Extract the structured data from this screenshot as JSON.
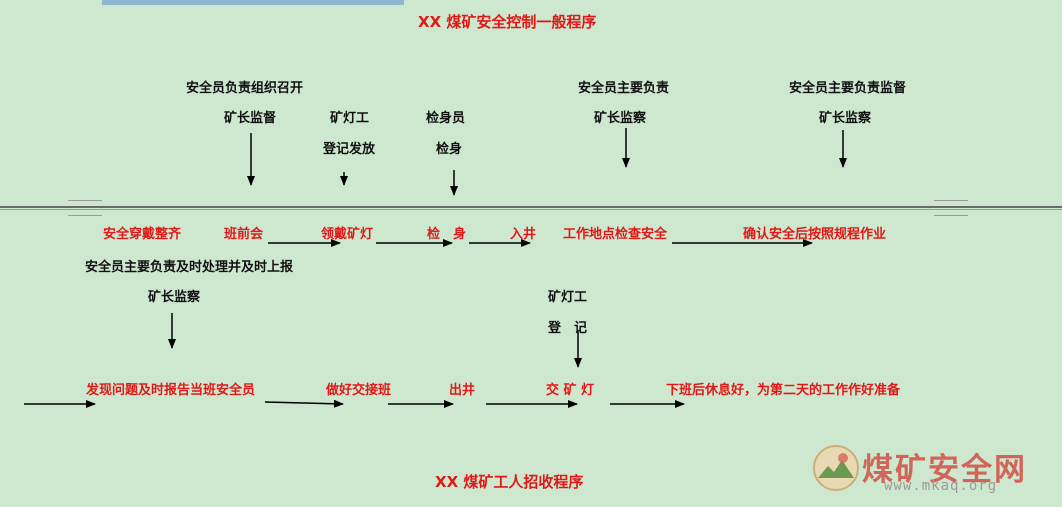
{
  "title": "XX 煤矿安全控制一般程序",
  "bottom_title": "XX 煤矿工人招收程序",
  "top_annotations": [
    {
      "line1": "安全员负责组织召开",
      "line2": "矿长监督"
    },
    {
      "line1": "矿灯工",
      "line2": "登记发放"
    },
    {
      "line1": "检身员",
      "line2": "检身"
    },
    {
      "line1": "安全员主要负责",
      "line2": "矿长监察"
    },
    {
      "line1": "安全员主要负责监督",
      "line2": "矿长监察"
    }
  ],
  "row1_steps": [
    "安全穿戴整齐",
    "班前会",
    "领戴矿灯",
    "检　身",
    "入井",
    "工作地点检查安全",
    "确认安全后按照规程作业"
  ],
  "middle_annotations": [
    {
      "line1": "安全员主要负责及时处理并及时上报",
      "line2": "矿长监察"
    },
    {
      "line1": "矿灯工",
      "line2": "登　记"
    }
  ],
  "row2_steps": [
    "发现问题及时报告当班安全员",
    "做好交接班",
    "出井",
    "交 矿 灯",
    "下班后休息好，为第二天的工作作好准备"
  ],
  "watermark": {
    "name": "煤矿安全网",
    "url": "www.mkaq.org"
  },
  "colors": {
    "background": "#cde8cf",
    "step_text": "#e21818",
    "note_text": "#111111"
  }
}
